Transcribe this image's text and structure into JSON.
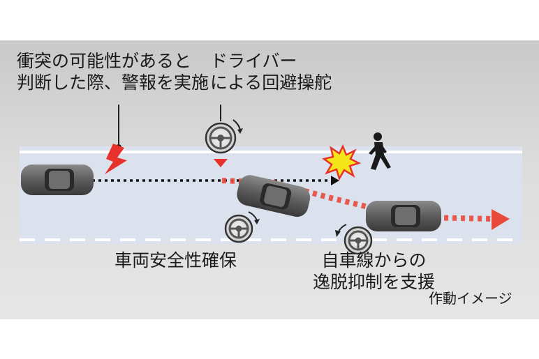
{
  "labels": {
    "warning_line1": "衝突の可能性があると",
    "warning_line2": "判断した際、警報を実施",
    "steering_line1": "ドライバー",
    "steering_line2": "による回避操舵",
    "safety": "車両安全性確保",
    "support_line1": "自車線からの",
    "support_line2": "逸脱抑制を支援",
    "operation_image": "作動イメージ"
  },
  "colors": {
    "road": "#dbe2ee",
    "lane_line": "#ffffff",
    "path_dots": "#e74a3b",
    "dotted_black": "#111111",
    "alert": "#e8312a",
    "collision": "#f5e61a"
  },
  "icons": [
    "warning-bolt-icon",
    "steering-wheel-icon",
    "collision-burst-icon",
    "pedestrian-icon",
    "car-icon",
    "arrow-right-icon"
  ]
}
